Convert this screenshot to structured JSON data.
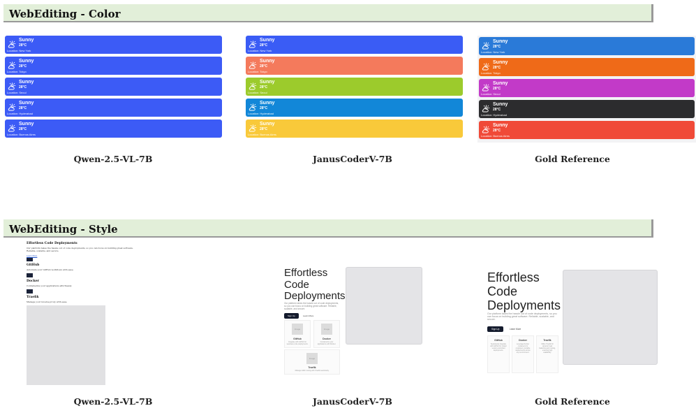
{
  "sections": [
    {
      "title": "WebEditing - Color"
    },
    {
      "title": "WebEditing - Style"
    }
  ],
  "captions": [
    "Qwen-2.5-VL-7B",
    "JanusCoderV-7B",
    "Gold Reference"
  ],
  "weather": {
    "condition": "Sunny",
    "temp": "28°C",
    "icon": "partly-sunny-icon",
    "locations": [
      "Location: New York",
      "Location: Tokyo",
      "Location: Seoul",
      "Location: Hyderabad",
      "Location: Buenos Aires"
    ],
    "qwen_colors": [
      "#3c5bf6",
      "#3c5bf6",
      "#3c5bf6",
      "#3c5bf6",
      "#3c5bf6"
    ],
    "janus_colors": [
      "#3a5cf5",
      "#f47a5c",
      "#9ccb2c",
      "#1287d8",
      "#f9c93a"
    ],
    "gold_colors": [
      "#2a7ad8",
      "#ef6a18",
      "#c23ac8",
      "#2c2c2e",
      "#f04a38"
    ]
  },
  "style": {
    "title": "Effortless Code Deployments",
    "title_lines": [
      "Effortless",
      "Code",
      "Deployments"
    ],
    "desc": "Our platform takes the hassle out of code deployments, so you can focus on building great software. Reliable, scalable, and secure.",
    "signup": "Sign Up",
    "learn": "Learn More",
    "features": [
      {
        "title": "GitHub",
        "desc": "Seamlessly integrate with GitHub for instant version-controlled deployments."
      },
      {
        "title": "Docker",
        "desc": "Leverage Docker containers for consistent, portable deployments across any environment."
      },
      {
        "title": "Traefik",
        "desc": "Utilize Traefik for dynamic load balancing and routing, ensuring high availability."
      }
    ],
    "qwen_feats": [
      {
        "title": "GitHub",
        "desc": "Automate your GitHub workflows with ease."
      },
      {
        "title": "Docker",
        "desc": "Containerize your applications effortlessly."
      },
      {
        "title": "Traefik",
        "desc": "Manage your reverse proxy with ease."
      }
    ],
    "janus_feat_descs": [
      "Integrate with GitHub for seamless code deployments.",
      "Containerize your applications with Docker.",
      "Manage traffic routing with Traefik seamlessly."
    ],
    "placeholder": "Image"
  }
}
